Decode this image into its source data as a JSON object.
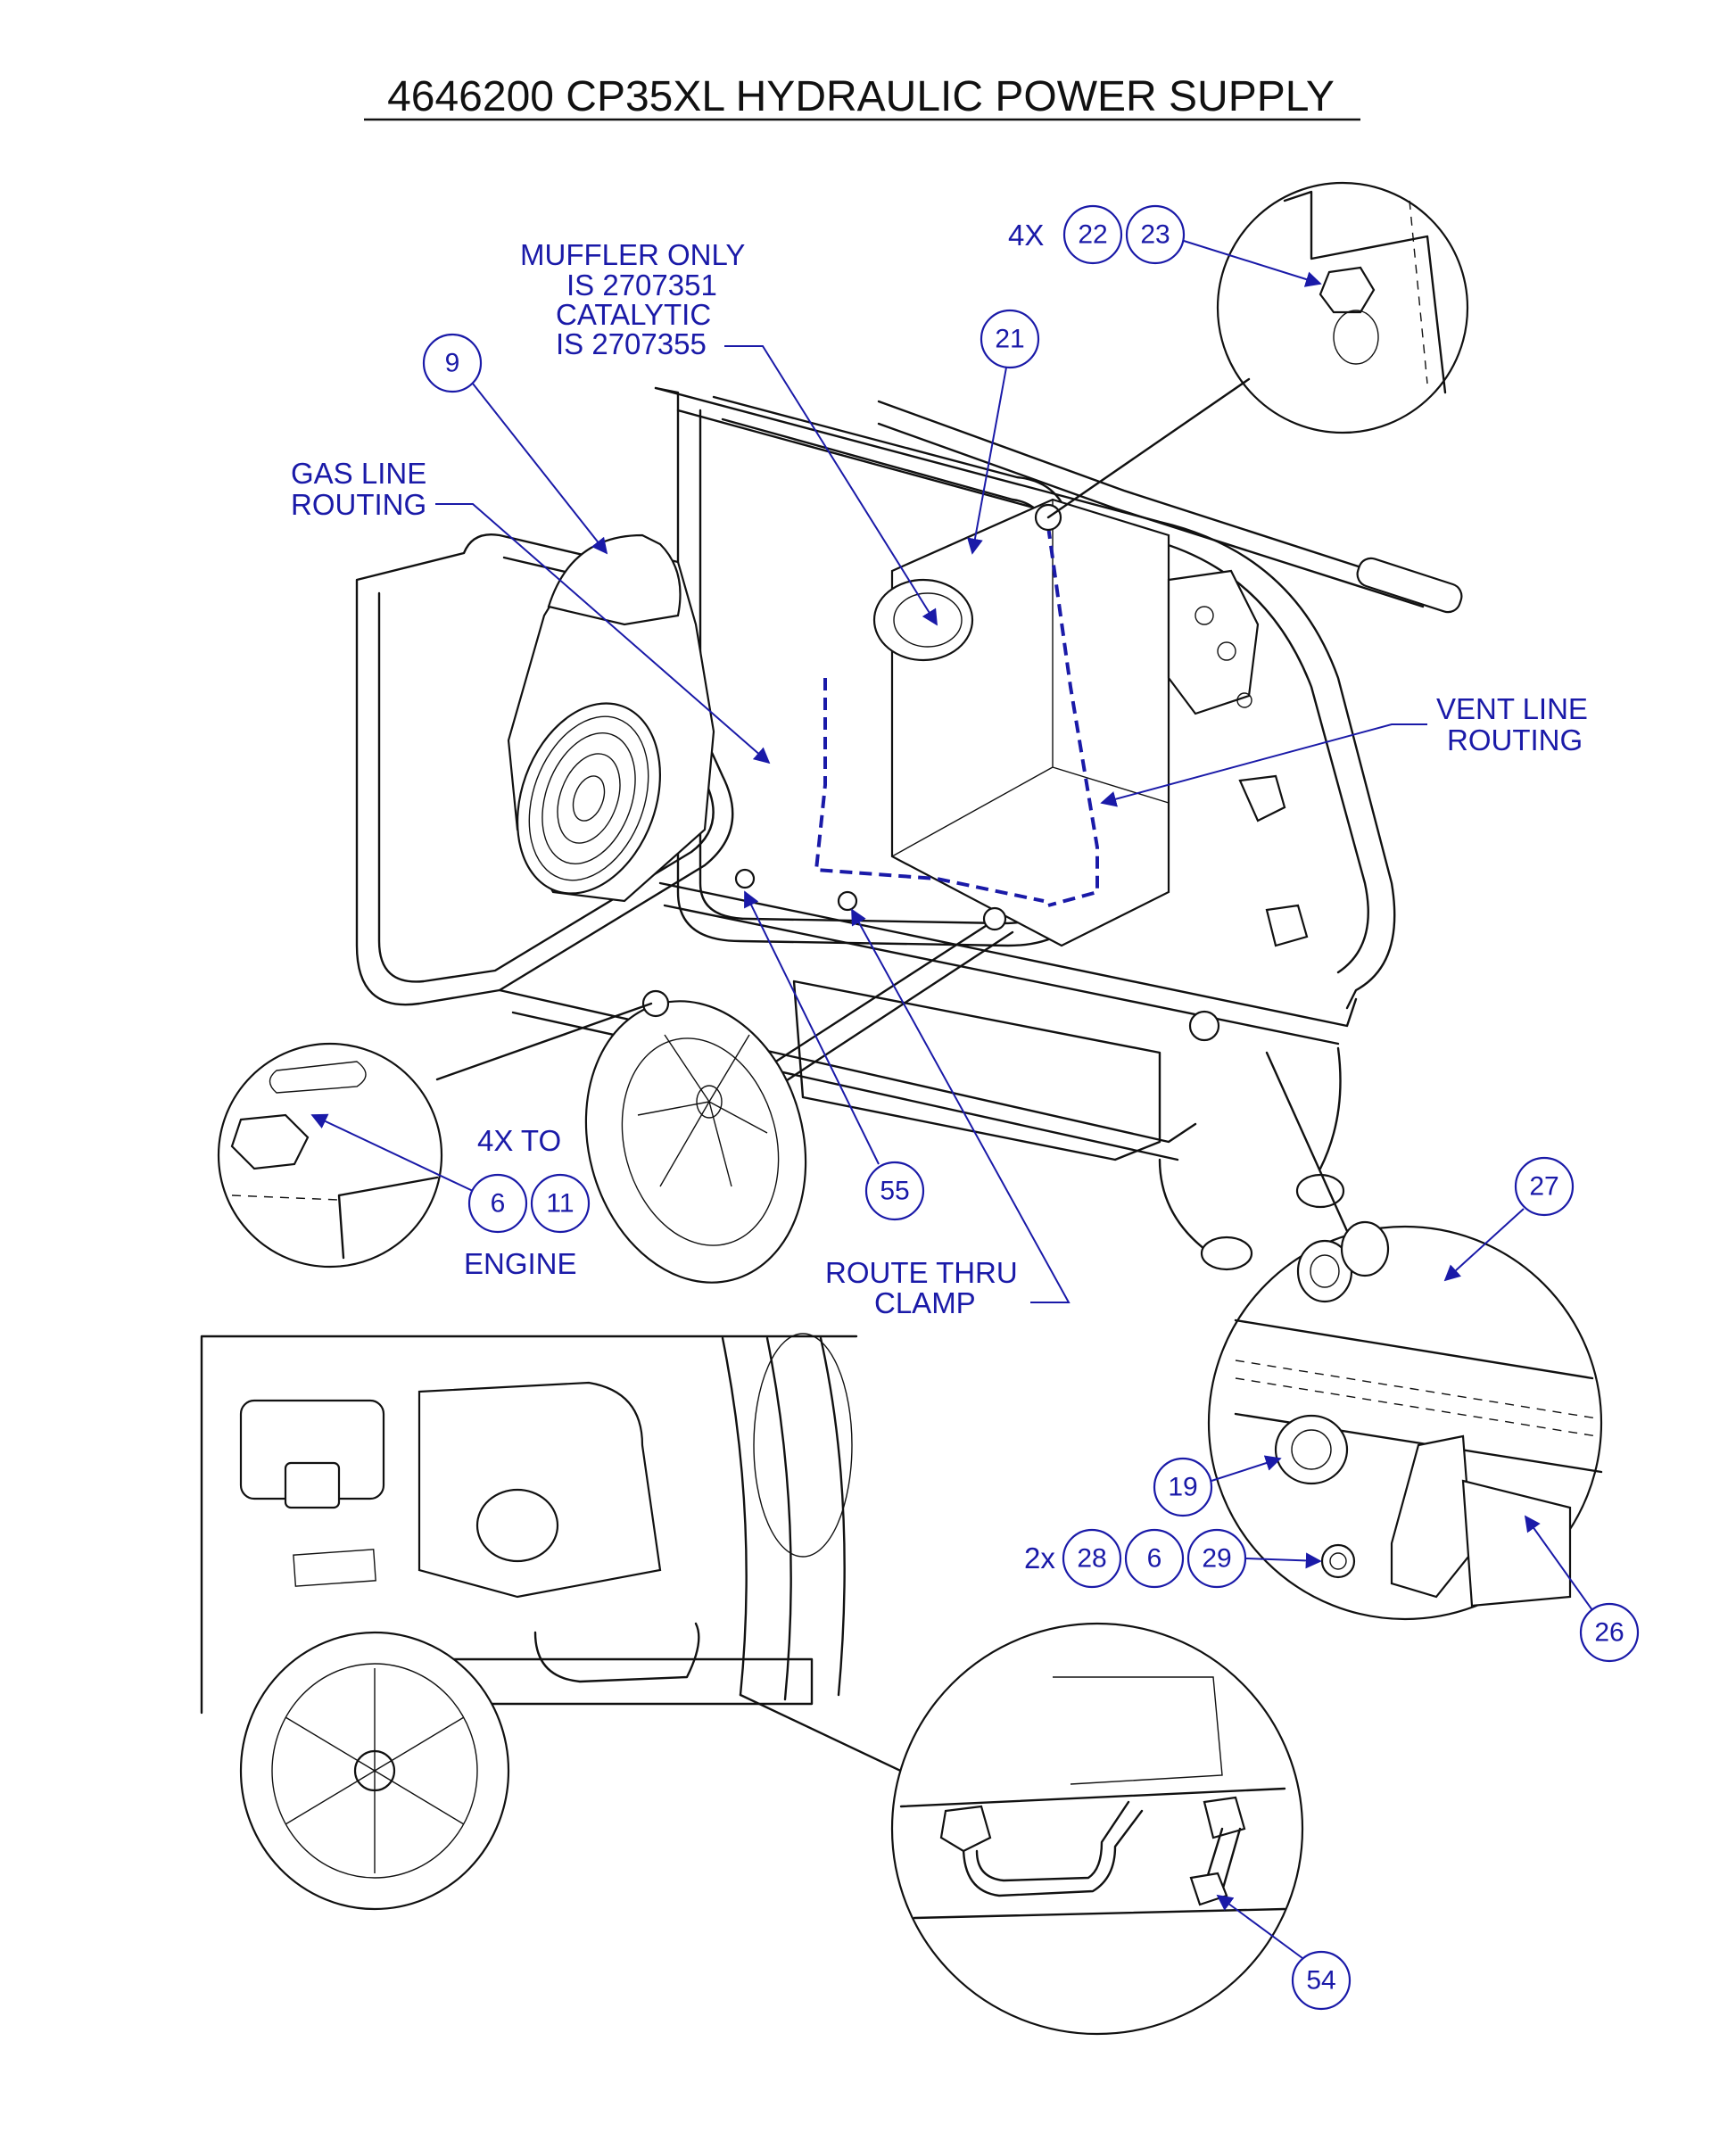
{
  "title": "4646200 CP35XL HYDRAULIC POWER SUPPLY",
  "labels": {
    "muffler_line1": "MUFFLER ONLY",
    "muffler_line2": "IS 2707351",
    "muffler_line3": "CATALYTIC",
    "muffler_line4": "IS  2707355",
    "gas_line1": "GAS LINE",
    "gas_line2": "ROUTING",
    "vent_line1": "VENT LINE",
    "vent_line2": "ROUTING",
    "qty_4x": "4X",
    "qty_4x_to": "4X TO",
    "engine": "ENGINE",
    "route_thru1": "ROUTE THRU",
    "route_thru2": "CLAMP",
    "qty_2x": "2x"
  },
  "balloons": {
    "b9": "9",
    "b21": "21",
    "b22": "22",
    "b23": "23",
    "b6a": "6",
    "b11": "11",
    "b55": "55",
    "b27": "27",
    "b19": "19",
    "b28": "28",
    "b6b": "6",
    "b29": "29",
    "b26": "26",
    "b54": "54"
  },
  "colors": {
    "callout_blue": "#1a1aa8",
    "line_black": "#111111",
    "background": "#ffffff"
  }
}
